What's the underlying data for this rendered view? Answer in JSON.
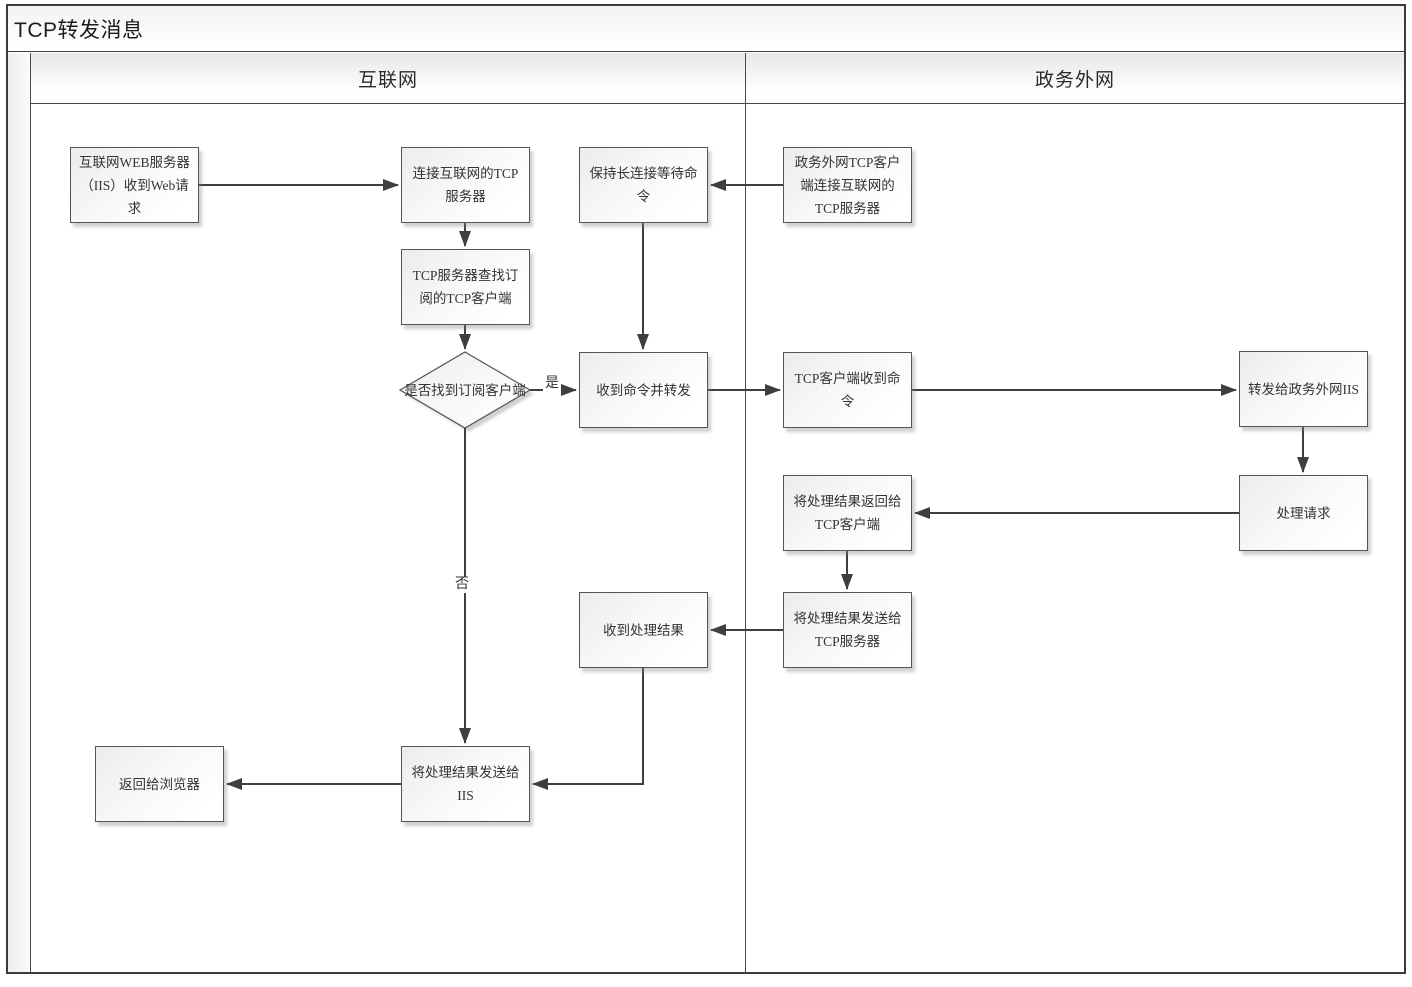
{
  "title": "TCP转发消息",
  "lanes": [
    {
      "label": "互联网"
    },
    {
      "label": "政务外网"
    }
  ],
  "nodes": {
    "web_request": {
      "label": "互联网WEB服务器（IIS）收到Web请求",
      "shape": "process",
      "lane": "互联网"
    },
    "connect_tcp": {
      "label": "连接互联网的TCP服务器",
      "shape": "process",
      "lane": "互联网"
    },
    "find_subscriber": {
      "label": "TCP服务器查找订阅的TCP客户端",
      "shape": "process",
      "lane": "互联网"
    },
    "found_decision": {
      "label": "是否找到订阅客户端",
      "shape": "decision",
      "lane": "互联网"
    },
    "keep_alive": {
      "label": "保持长连接等待命令",
      "shape": "process",
      "lane": "互联网"
    },
    "receive_forward": {
      "label": "收到命令并转发",
      "shape": "process",
      "lane": "互联网"
    },
    "receive_result": {
      "label": "收到处理结果",
      "shape": "process",
      "lane": "互联网"
    },
    "send_result_iis": {
      "label": "将处理结果发送给IIS",
      "shape": "process",
      "lane": "互联网"
    },
    "return_browser": {
      "label": "返回给浏览器",
      "shape": "process",
      "lane": "互联网"
    },
    "gov_client_connect": {
      "label": "政务外网TCP客户端连接互联网的TCP服务器",
      "shape": "process",
      "lane": "政务外网"
    },
    "client_receive_cmd": {
      "label": "TCP客户端收到命令",
      "shape": "process",
      "lane": "政务外网"
    },
    "forward_gov_iis": {
      "label": "转发给政务外网IIS",
      "shape": "process",
      "lane": "政务外网"
    },
    "handle_request": {
      "label": "处理请求",
      "shape": "process",
      "lane": "政务外网"
    },
    "return_result_client": {
      "label": "将处理结果返回给TCP客户端",
      "shape": "process",
      "lane": "政务外网"
    },
    "send_result_server": {
      "label": "将处理结果发送给TCP服务器",
      "shape": "process",
      "lane": "政务外网"
    }
  },
  "edges": [
    {
      "from": "web_request",
      "to": "connect_tcp"
    },
    {
      "from": "connect_tcp",
      "to": "find_subscriber"
    },
    {
      "from": "find_subscriber",
      "to": "found_decision"
    },
    {
      "from": "found_decision",
      "to": "receive_forward",
      "label": "是"
    },
    {
      "from": "found_decision",
      "to": "send_result_iis",
      "label": "否"
    },
    {
      "from": "gov_client_connect",
      "to": "keep_alive"
    },
    {
      "from": "keep_alive",
      "to": "receive_forward"
    },
    {
      "from": "receive_forward",
      "to": "client_receive_cmd"
    },
    {
      "from": "client_receive_cmd",
      "to": "forward_gov_iis"
    },
    {
      "from": "forward_gov_iis",
      "to": "handle_request"
    },
    {
      "from": "handle_request",
      "to": "return_result_client"
    },
    {
      "from": "return_result_client",
      "to": "send_result_server"
    },
    {
      "from": "send_result_server",
      "to": "receive_result"
    },
    {
      "from": "receive_result",
      "to": "send_result_iis"
    },
    {
      "from": "send_result_iis",
      "to": "return_browser"
    }
  ],
  "colors": {
    "connector": "#3f3f3f",
    "shape_border": "#555555",
    "frame_border": "#3b3b3b",
    "shape_fill_start": "#ececec",
    "shape_fill_end": "#ffffff"
  }
}
